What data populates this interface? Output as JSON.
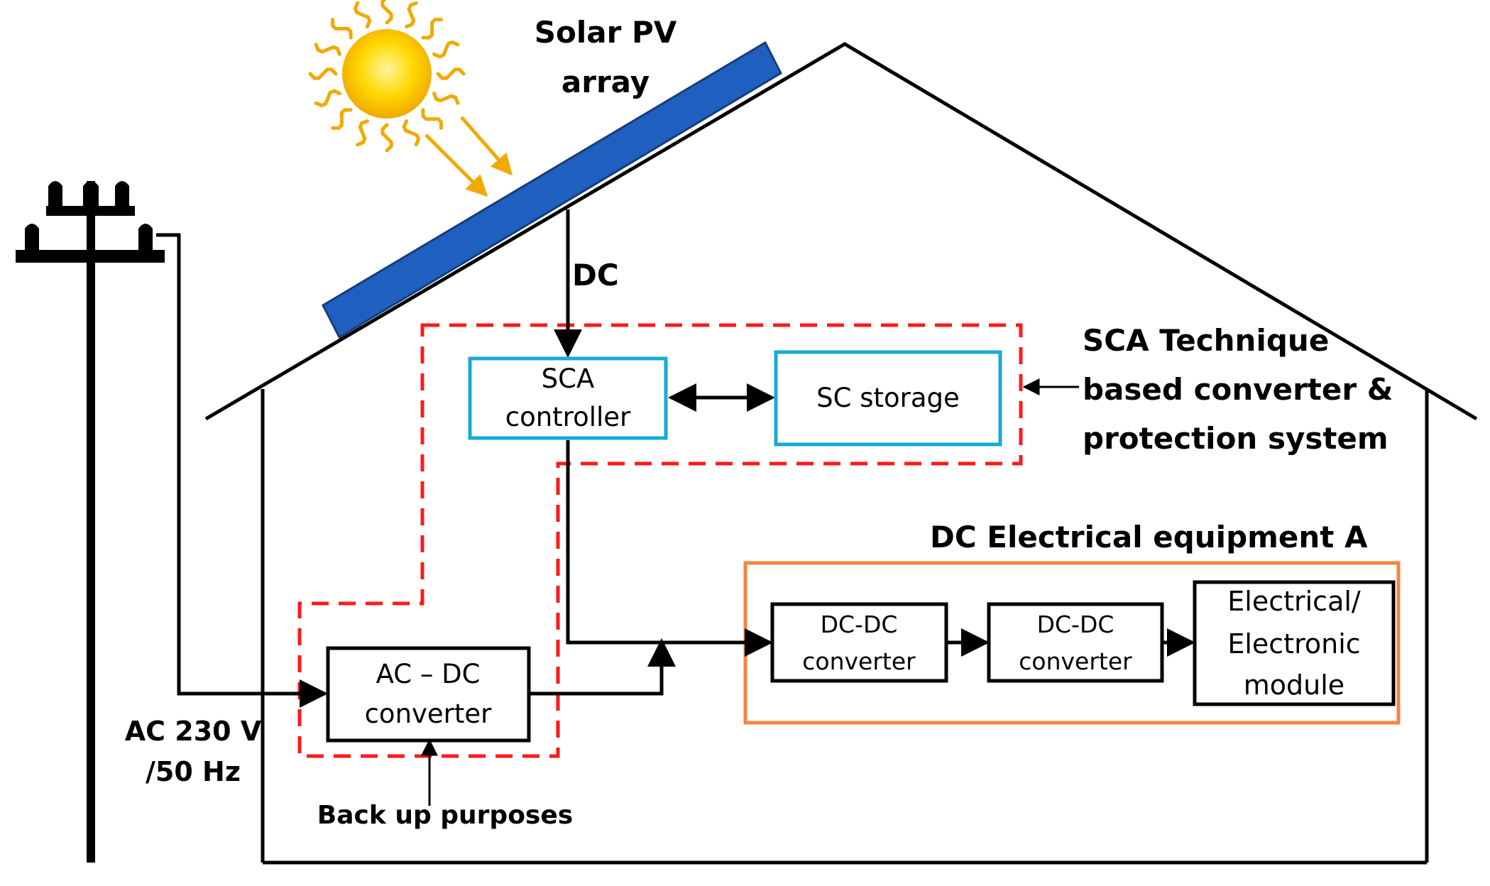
{
  "labels": {
    "solar_line1": "Solar PV",
    "solar_line2": "array",
    "dc": "DC",
    "sca_line1": "SCA Technique",
    "sca_line2": "based converter &",
    "sca_line3": "protection system",
    "dc_equipment": "DC Electrical equipment A",
    "ac_line1": "AC 230 V",
    "ac_line2": "/50 Hz",
    "backup": "Back up purposes"
  },
  "blocks": {
    "sca_controller": {
      "line1": "SCA",
      "line2": "controller"
    },
    "sc_storage": {
      "line1": "SC storage"
    },
    "ac_dc": {
      "line1": "AC – DC",
      "line2": "converter"
    },
    "dcdc1": {
      "line1": "DC-DC",
      "line2": "converter"
    },
    "dcdc2": {
      "line1": "DC-DC",
      "line2": "converter"
    },
    "module": {
      "line1": "Electrical/",
      "line2": "Electronic",
      "line3": "module"
    }
  },
  "colors": {
    "panel": "#1f5fbf",
    "sun_core": "#ffd000",
    "sun_rays": "#f2a900",
    "dashed_boundary": "#ff1a1a",
    "cyan_box": "#19a9d8",
    "orange_box": "#f5853f",
    "line": "#000000"
  }
}
